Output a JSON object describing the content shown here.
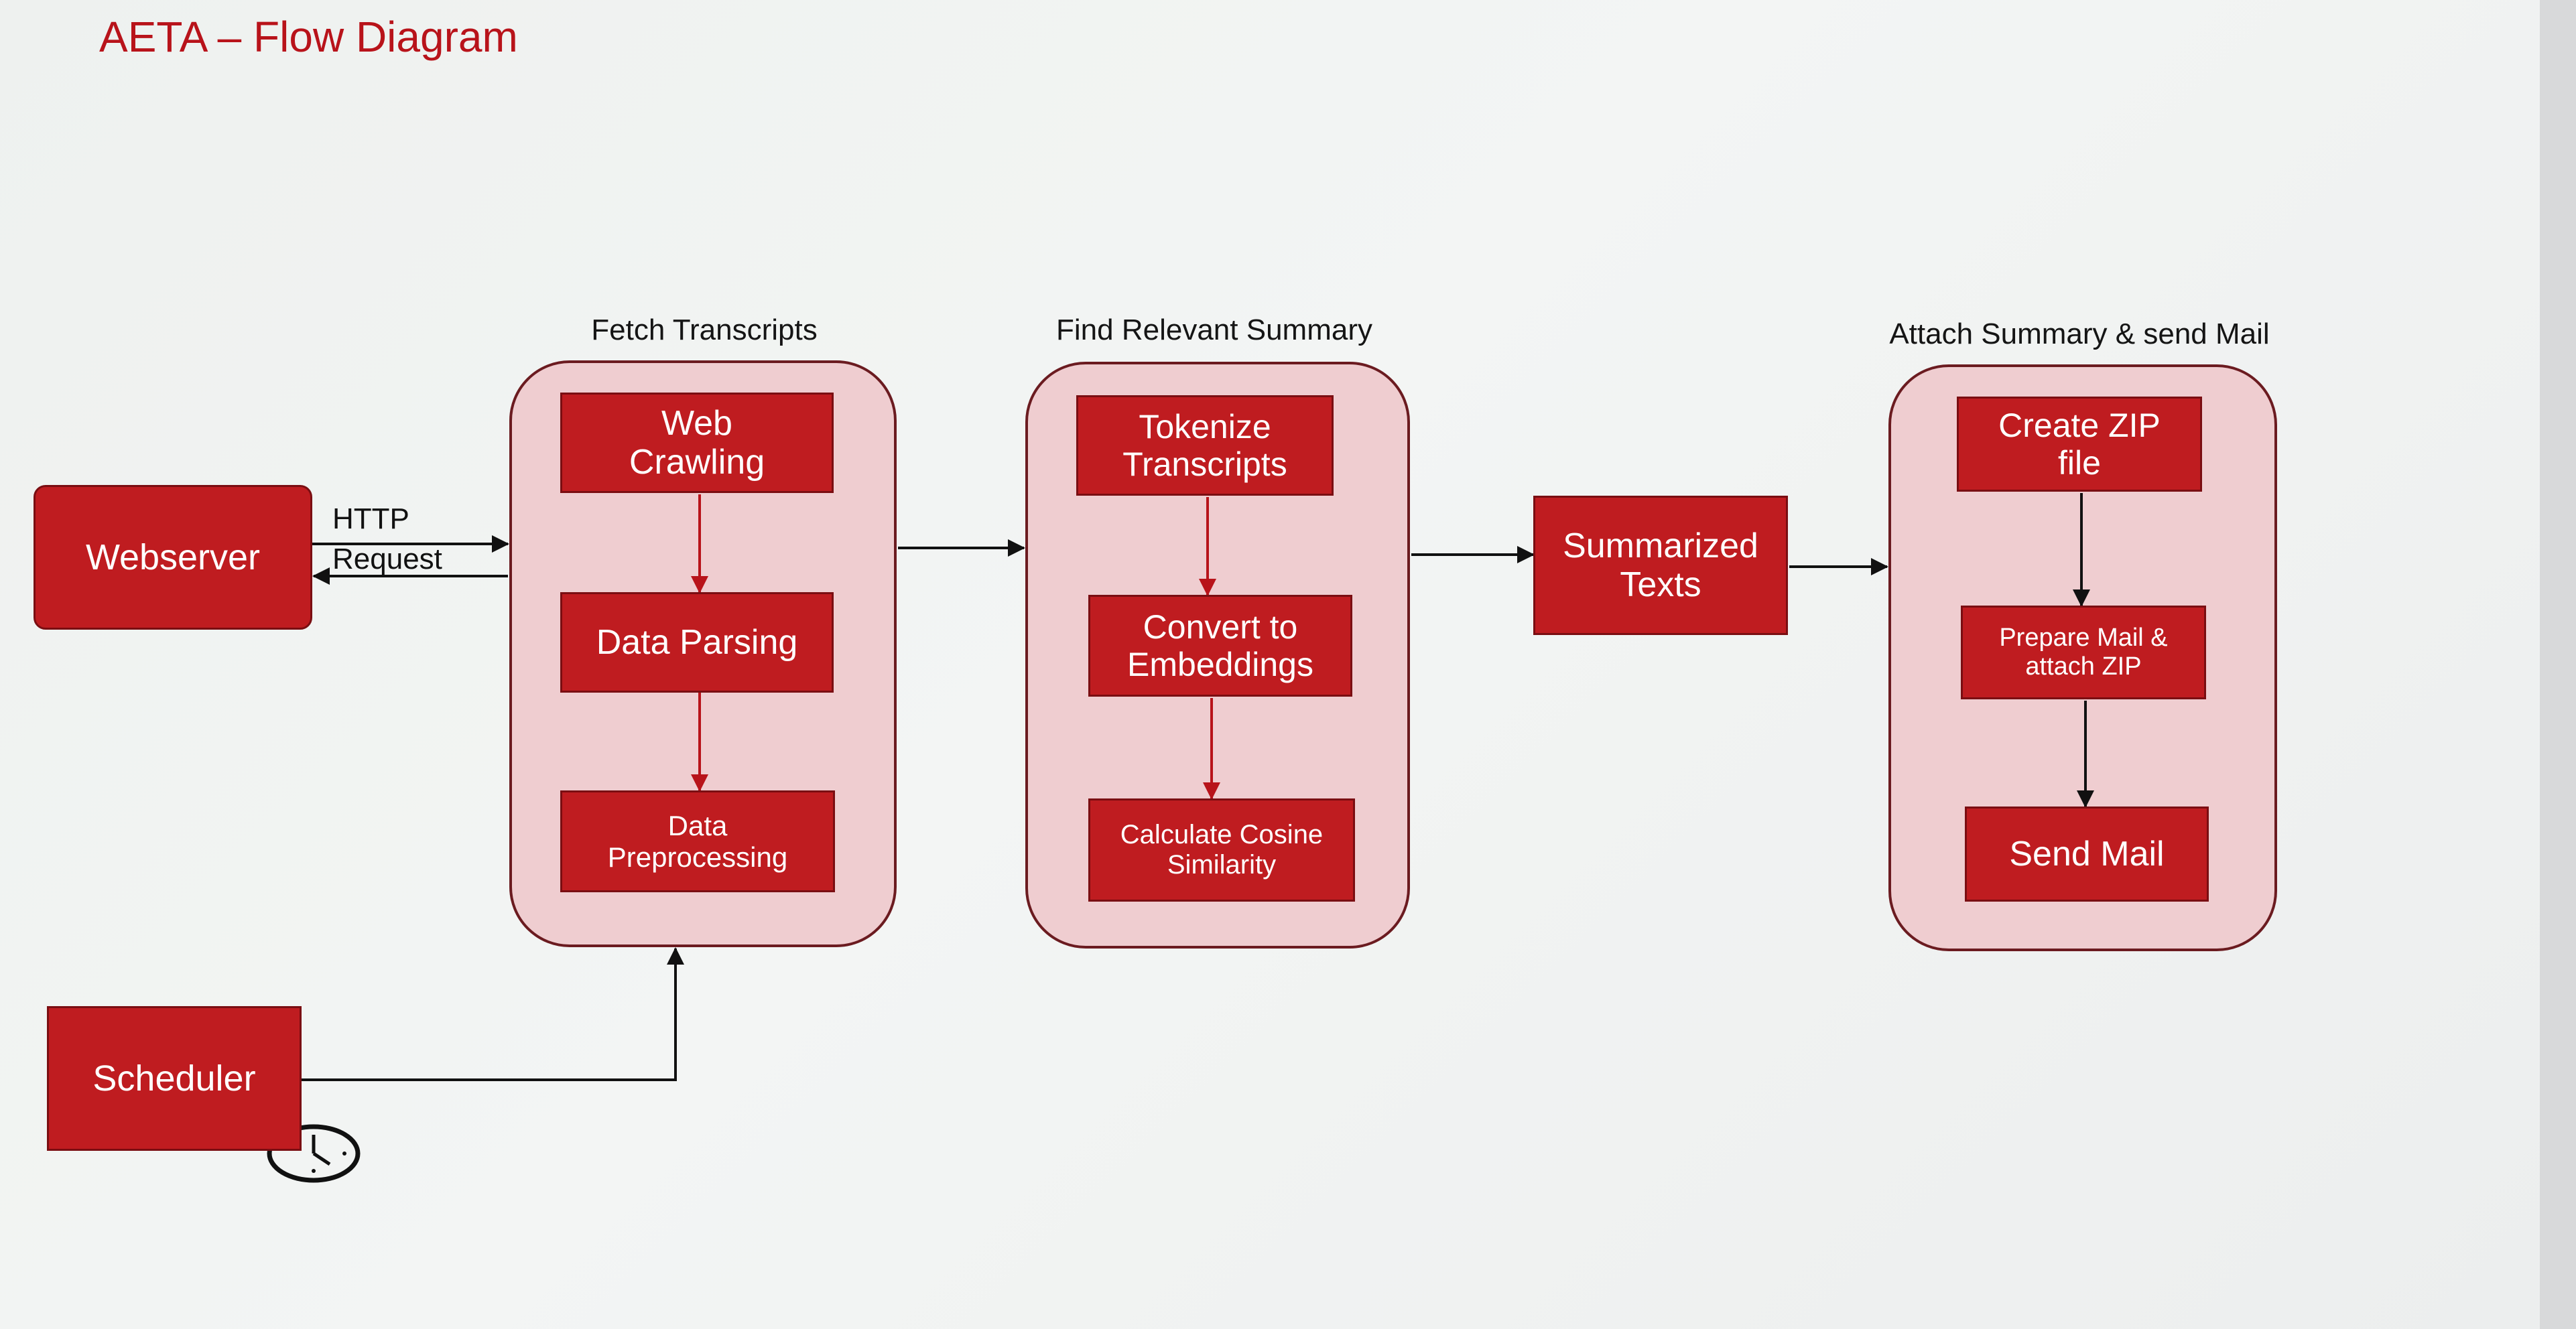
{
  "title": "AETA – Flow Diagram",
  "groups": {
    "fetch": {
      "label": "Fetch Transcripts"
    },
    "find": {
      "label": "Find Relevant Summary"
    },
    "attach": {
      "label": "Attach Summary & send Mail"
    }
  },
  "nodes": {
    "webserver": "Webserver",
    "scheduler": "Scheduler",
    "web_crawling": "Web\nCrawling",
    "data_parsing": "Data Parsing",
    "data_preprocessing": "Data\nPreprocessing",
    "tokenize": "Tokenize\nTranscripts",
    "embeddings": "Convert to\nEmbeddings",
    "cosine": "Calculate Cosine\nSimilarity",
    "summarized": "Summarized\nTexts",
    "create_zip": "Create ZIP\nfile",
    "prepare_mail": "Prepare Mail &\nattach ZIP",
    "send_mail": "Send Mail"
  },
  "edge_labels": {
    "http": "HTTP",
    "request": "Request"
  },
  "icons": {
    "scheduler": "clock-icon"
  },
  "colors": {
    "title": "#b8131a",
    "box_fill": "#bf1c20",
    "group_fill": "#efcdd0",
    "group_border": "#6b1b20",
    "arrow_inner": "#b8131a",
    "arrow_main": "#111111"
  }
}
